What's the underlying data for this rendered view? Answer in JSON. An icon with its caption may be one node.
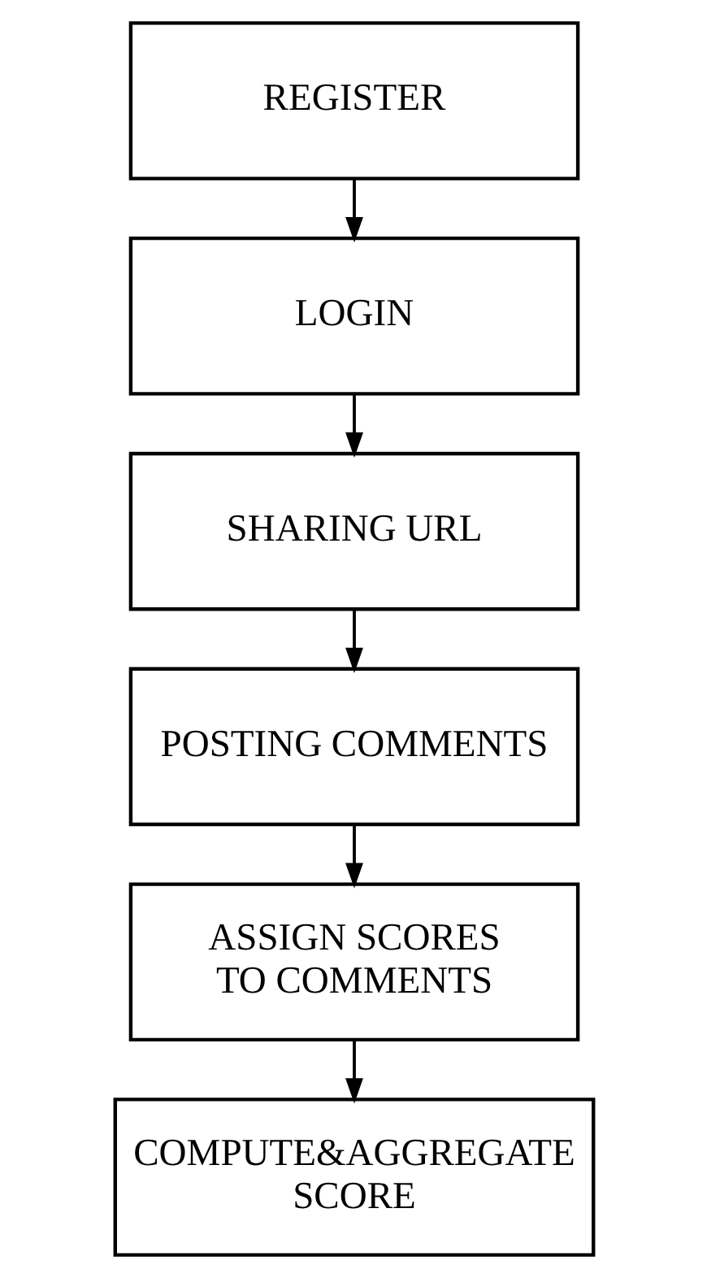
{
  "diagram": {
    "nodes": [
      {
        "text": [
          "REGISTER"
        ]
      },
      {
        "text": [
          "LOGIN"
        ]
      },
      {
        "text": [
          "SHARING URL"
        ]
      },
      {
        "text": [
          "POSTING COMMENTS"
        ]
      },
      {
        "text": [
          "ASSIGN SCORES TO COMMENTS"
        ]
      },
      {
        "text": [
          "COMPUTE&AGGREGATE SCORE"
        ]
      }
    ],
    "edges": [
      {
        "from": 0,
        "to": 1,
        "arrow": "to"
      },
      {
        "from": 1,
        "to": 2,
        "arrow": "to"
      },
      {
        "from": 2,
        "to": 3,
        "arrow": "to"
      },
      {
        "from": 3,
        "to": 4,
        "arrow": "to"
      },
      {
        "from": 4,
        "to": 5,
        "arrow": "to"
      }
    ]
  }
}
